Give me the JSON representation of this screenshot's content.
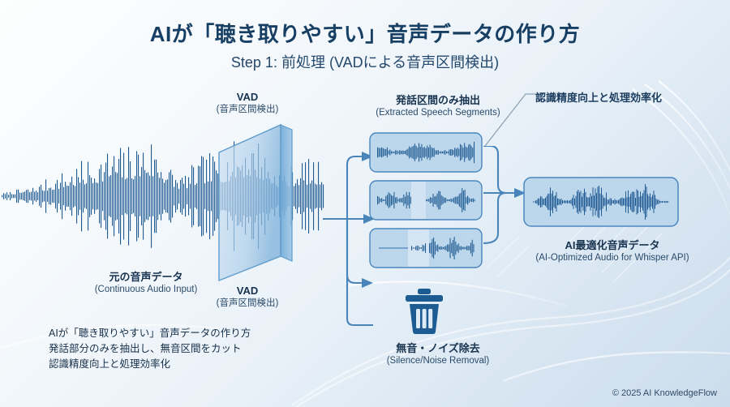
{
  "header": {
    "title": "AIが「聴き取りやすい」音声データの作り方",
    "subtitle": "Step 1: 前処理 (VADによる音声区間検出)"
  },
  "labels": {
    "vad_top": {
      "jp": "VAD",
      "en": "(音声区間検出)"
    },
    "vad_bottom": {
      "jp": "VAD",
      "en": "(音声区間検出)"
    },
    "segments": {
      "jp": "発話区間のみ抽出",
      "en": "(Extracted Speech Segments)"
    },
    "source": {
      "jp": "元の音声データ",
      "en": "(Continuous Audio Input)"
    },
    "trash": {
      "jp": "無音・ノイズ除去",
      "en": "(Silence/Noise Removal)"
    },
    "output": {
      "jp": "AI最適化音声データ",
      "en": "(AI-Optimized Audio for Whisper API)"
    }
  },
  "annotation": "認識精度向上と処理効率化",
  "caption": [
    "AIが「聴き取りやすい」音声データの作り方",
    "発話部分のみを抽出し、無音区間をカット",
    "認識精度向上と処理効率化"
  ],
  "copyright": "© 2025 AI KnowledgeFlow",
  "icons": {
    "trash": "trash-can-icon",
    "prism": "vad-prism-icon",
    "waveform": "waveform-icon",
    "arrow": "arrow-right-icon"
  },
  "colors": {
    "title": "#173f63",
    "waveform": "#1f5b92",
    "card_fill": "#bcd6ec",
    "card_border": "#4a87bd",
    "connector": "#3f7cb0",
    "trash": "#1d5c93",
    "bg_start": "#fdfefe",
    "bg_end": "#ccdcec"
  }
}
